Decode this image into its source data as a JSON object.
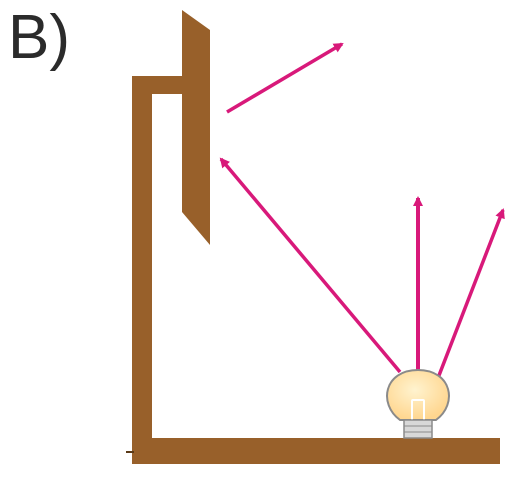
{
  "panel_label": "B)",
  "colors": {
    "wood": "#98602a",
    "ray": "#d8197a",
    "bulb_glass": "#ffd68f",
    "bulb_outline": "#8a8a8a",
    "bulb_base": "#d8d8d8",
    "background": "#ffffff"
  },
  "objects": {
    "stand": "wooden-l-stand",
    "mirror": "plane-mirror",
    "source": "light-bulb"
  }
}
